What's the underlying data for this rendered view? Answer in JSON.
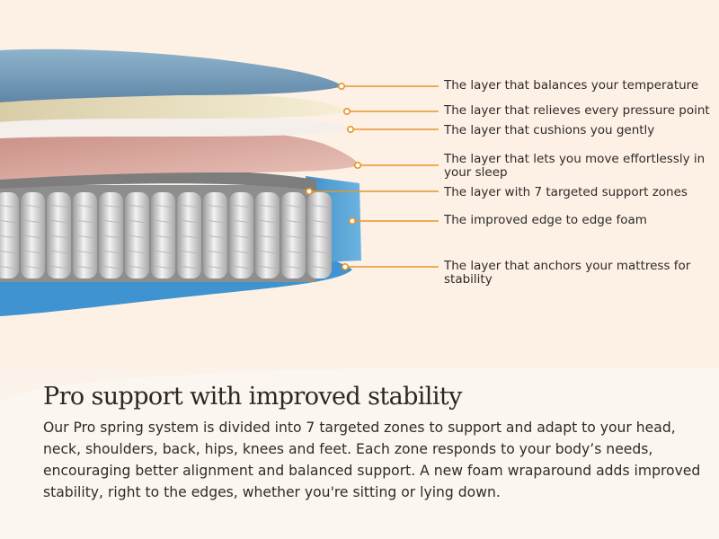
{
  "diagram": {
    "callouts": [
      "The layer that balances your temperature",
      "The layer that relieves every pressure point",
      "The layer that cushions you gently",
      "The layer that lets you move effortlessly in your sleep",
      "The layer with 7 targeted support zones",
      "The improved edge to edge foam",
      "The layer that anchors your mattress for stability"
    ]
  },
  "colors": {
    "leader_line": "#e6952a",
    "top_layer": "#7ea4bf",
    "cream_layer": "#efe6c8",
    "cushion_layer": "#f3eeea",
    "pink_layer": "#d9aaa0",
    "edge_foam": "#4f9fd4",
    "base_layer": "#3f93d0",
    "springs": "#d7d7d7"
  },
  "content": {
    "headline": "Pro support with improved stability",
    "body": "Our Pro spring system is divided into 7 targeted zones to support and adapt to your head, neck, shoulders, back, hips, knees and feet. Each zone responds to your body’s needs, encouraging better alignment and balanced support. A new foam wraparound adds improved stability, right to the edges, whether you're sitting or lying down."
  }
}
